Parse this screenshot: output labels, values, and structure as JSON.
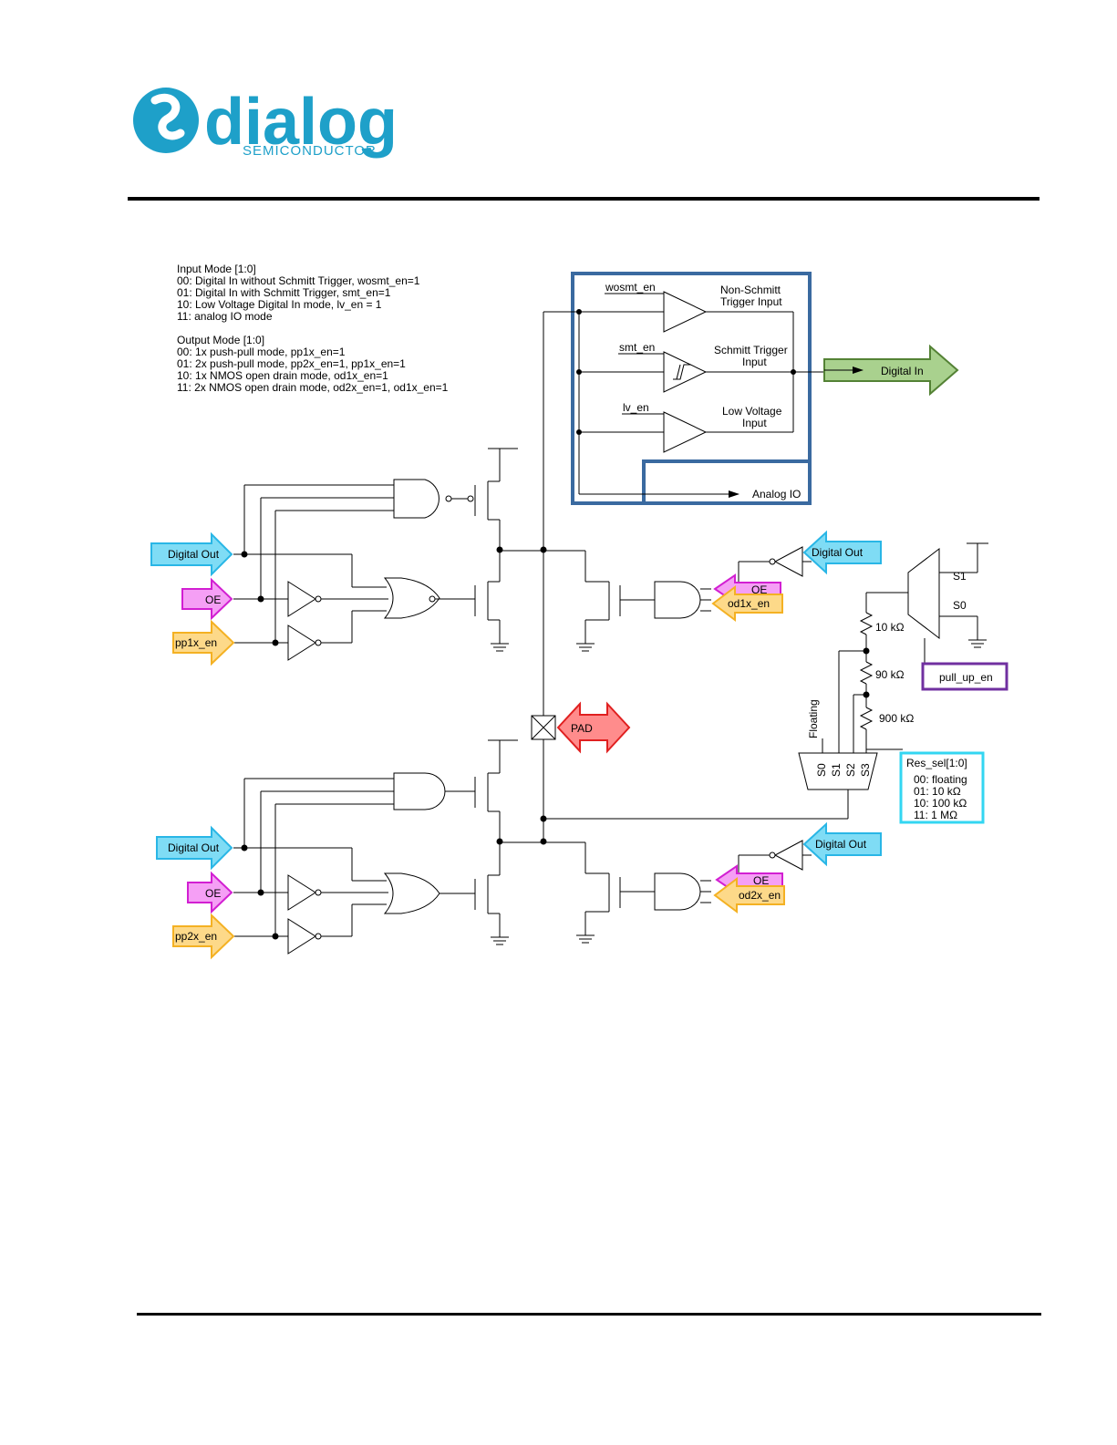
{
  "header": {
    "logo": {
      "name": "dialog",
      "sub": "SEMICONDUCTOR",
      "color": "#1ea0c9"
    }
  },
  "legend": {
    "input_title": "Input Mode [1:0]",
    "input_lines": [
      "00: Digital In without Schmitt Trigger, wosmt_en=1",
      "01: Digital In with Schmitt Trigger, smt_en=1",
      "10: Low Voltage Digital In mode, lv_en = 1",
      "11: analog IO mode"
    ],
    "output_title": "Output Mode [1:0]",
    "output_lines": [
      "00: 1x push-pull mode, pp1x_en=1",
      "01: 2x push-pull mode, pp2x_en=1, pp1x_en=1",
      "10: 1x NMOS open drain mode, od1x_en=1",
      "11: 2x NMOS open drain mode, od2x_en=1, od1x_en=1"
    ]
  },
  "input_block": {
    "wosmt_en": "wosmt_en",
    "non_schmitt": [
      "Non-Schmitt",
      "Trigger Input"
    ],
    "smt_en": "smt_en",
    "schmitt": [
      "Schmitt Trigger",
      "Input"
    ],
    "lv_en": "lv_en",
    "low_voltage": [
      "Low Voltage",
      "Input"
    ],
    "analog_io": "Analog IO",
    "digital_in": "Digital In"
  },
  "signals": {
    "digital_out": "Digital Out",
    "oe": "OE",
    "pp1x_en": "pp1x_en",
    "pp2x_en": "pp2x_en",
    "od1x_en": "od1x_en",
    "od2x_en": "od2x_en",
    "pad": "PAD"
  },
  "pullup": {
    "s1": "S1",
    "s0": "S0",
    "r1": "10 kΩ",
    "r2": "90 kΩ",
    "r3": "900 kΩ",
    "pull_up_en": "pull_up_en",
    "floating": "Floating",
    "mux_inputs": [
      "S0",
      "S1",
      "S2",
      "S3"
    ],
    "res_sel_title": "Res_sel[1:0]",
    "res_sel_lines": [
      "00: floating",
      "01: 10 kΩ",
      "10: 100 kΩ",
      "11: 1 MΩ"
    ]
  },
  "colors": {
    "cyan_fill": "#7fdcf5",
    "cyan_stroke": "#29b6e6",
    "magenta_fill": "#f59ff5",
    "magenta_stroke": "#d21fd2",
    "orange_fill": "#fdd989",
    "orange_stroke": "#f4b123",
    "green_fill": "#a9d18e",
    "green_stroke": "#548235",
    "red_fill": "#ff8c8c",
    "red_stroke": "#e02020",
    "blue_box": "#3a6aa0",
    "purple_box": "#7030a0",
    "cyan_box": "#33d6f2"
  }
}
